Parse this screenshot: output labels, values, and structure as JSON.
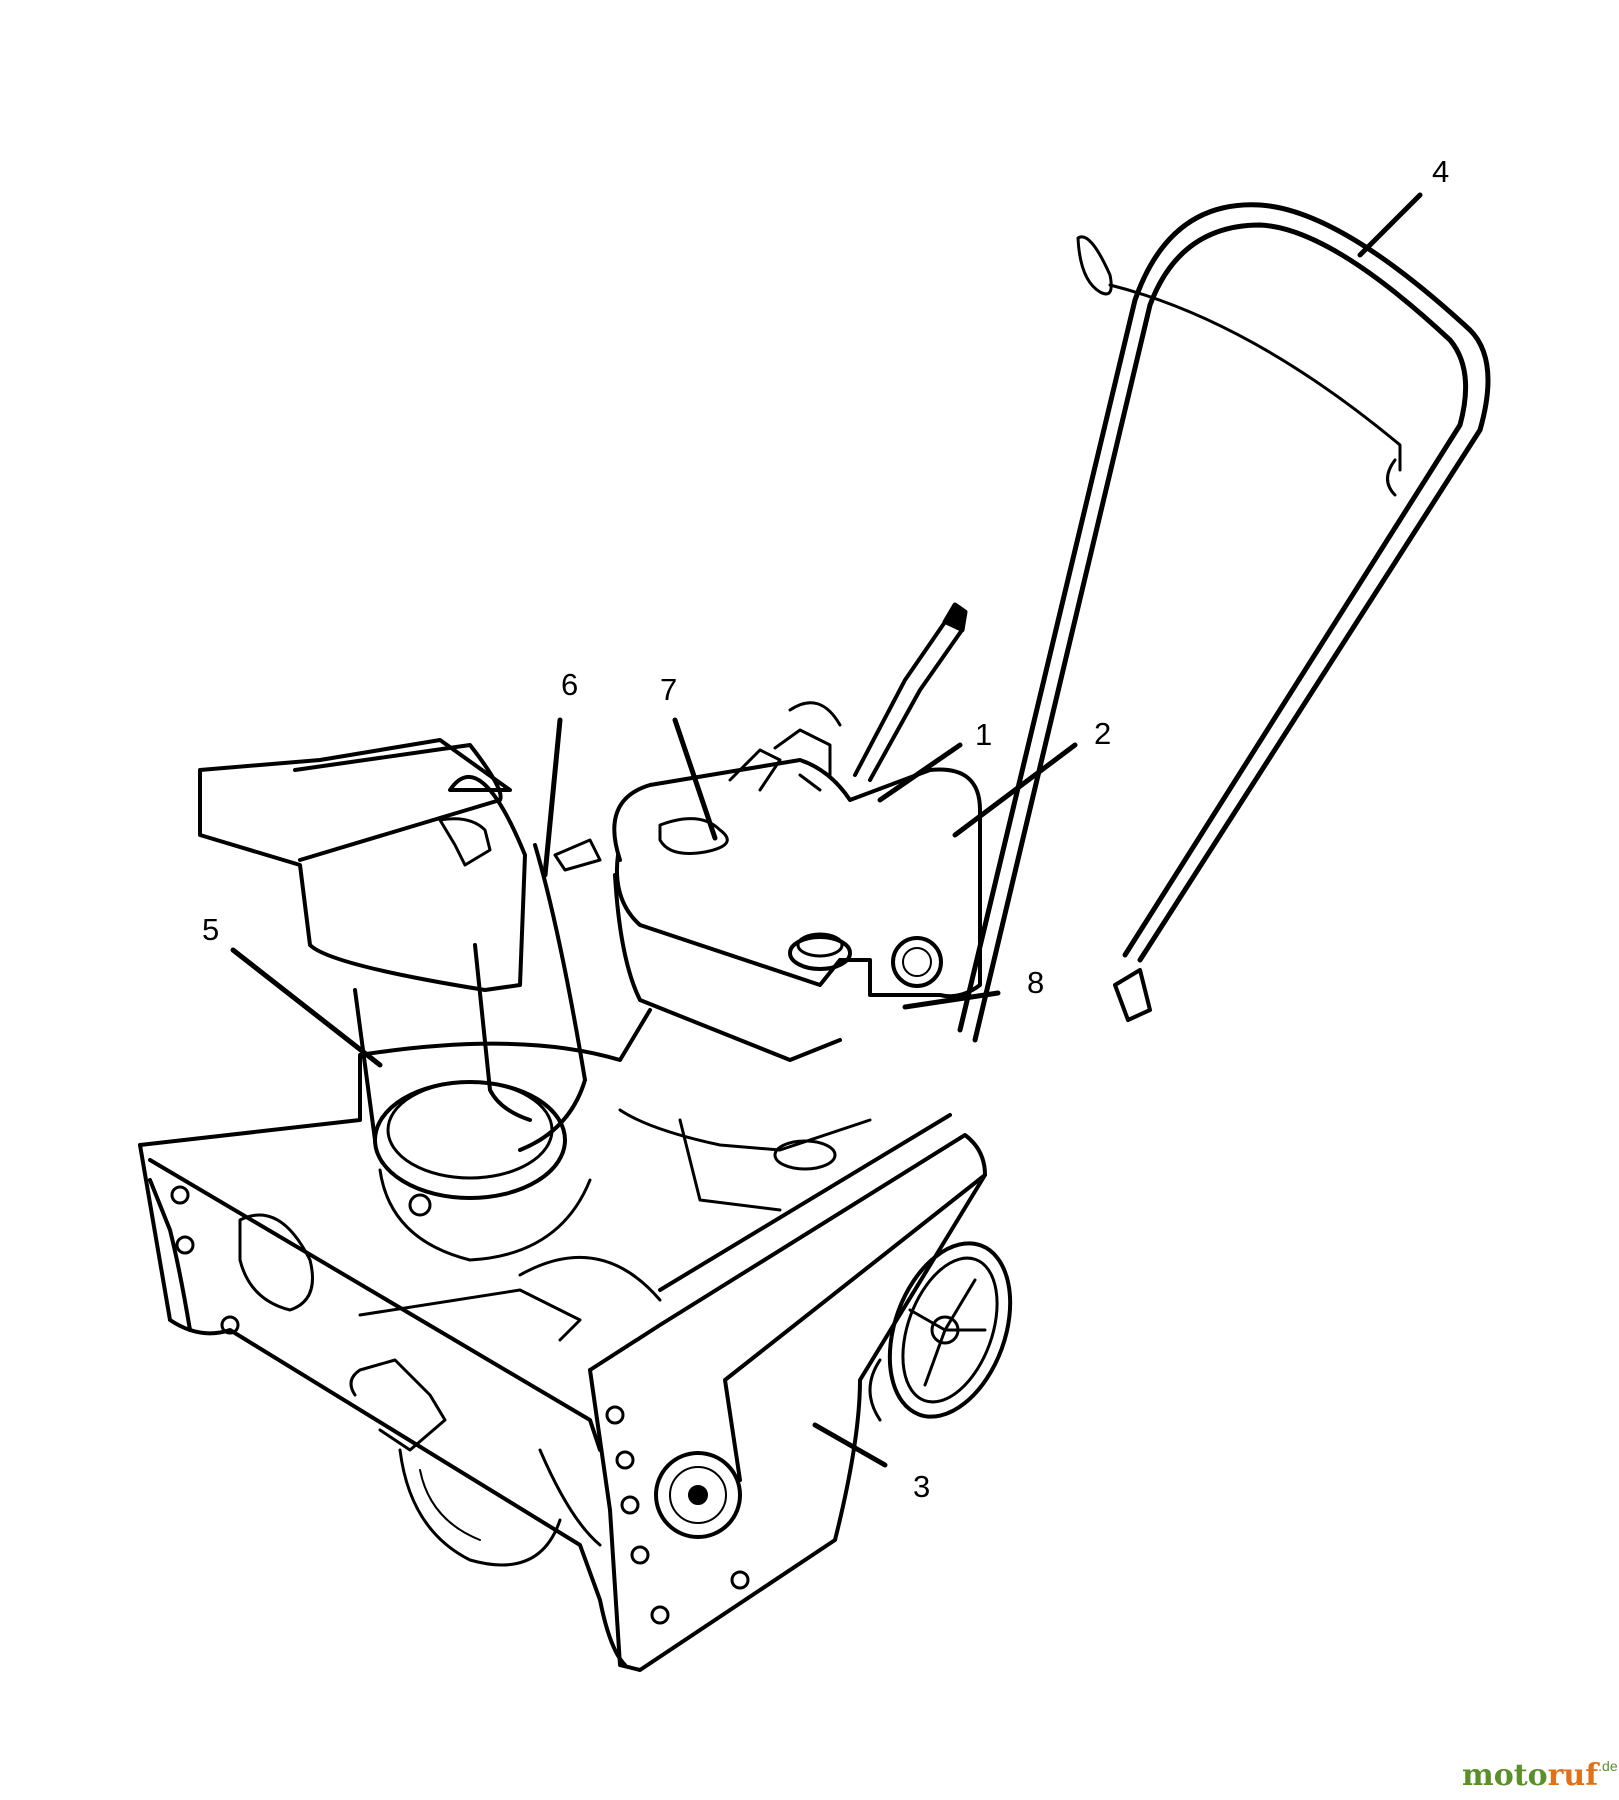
{
  "callouts": [
    {
      "id": "1",
      "label": "1"
    },
    {
      "id": "2",
      "label": "2"
    },
    {
      "id": "3",
      "label": "3"
    },
    {
      "id": "4",
      "label": "4"
    },
    {
      "id": "5",
      "label": "5"
    },
    {
      "id": "6",
      "label": "6"
    },
    {
      "id": "7",
      "label": "7"
    },
    {
      "id": "8",
      "label": "8"
    }
  ],
  "watermark": {
    "brand_left": "moto",
    "brand_right": "ruf",
    "tld": ".de",
    "colors": {
      "green": "#5b8f2a",
      "orange": "#e0701a"
    }
  },
  "colors": {
    "line": "#000000",
    "background": "#ffffff"
  }
}
